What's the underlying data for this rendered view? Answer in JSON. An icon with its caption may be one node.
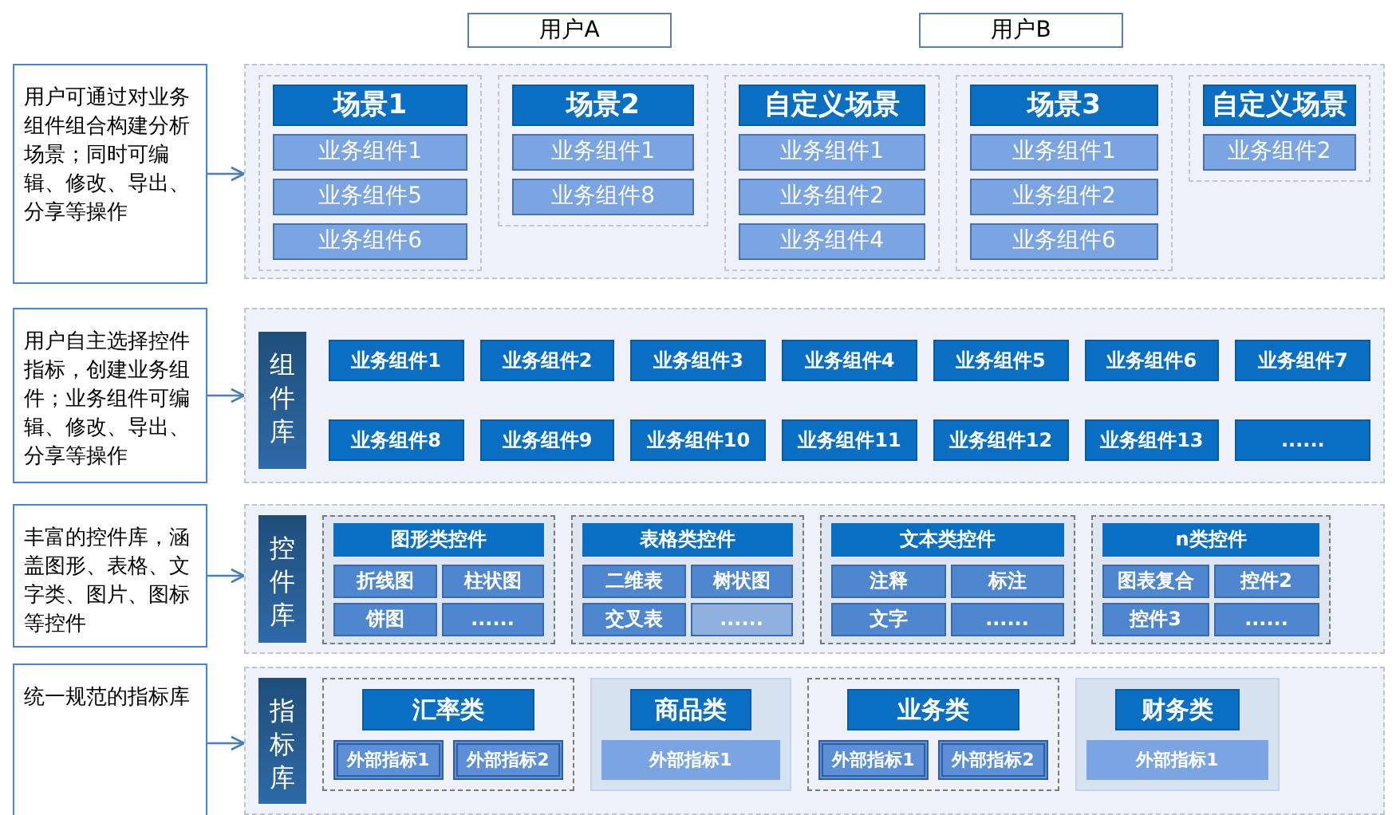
{
  "diagram": {
    "nodes": [
      {
        "text": [
          "用户A"
        ]
      },
      {
        "text": [
          "用户B"
        ]
      },
      {
        "text": [
          "用户可通过对业务组件组合构建分析场景；同时可编辑、修改、导出、分享等操作"
        ]
      },
      {
        "text": [],
        "shape": "box"
      },
      {
        "text": [],
        "shape": "box",
        "in": 3
      },
      {
        "text": [
          "场景1"
        ],
        "in": 4
      },
      {
        "text": [
          "业务组件1"
        ],
        "in": 4
      },
      {
        "text": [
          "业务组件5"
        ],
        "in": 4
      },
      {
        "text": [
          "业务组件6"
        ],
        "in": 4
      },
      {
        "text": [],
        "shape": "box",
        "in": 3
      },
      {
        "text": [
          "场景2"
        ],
        "in": 9
      },
      {
        "text": [
          "业务组件1"
        ],
        "in": 9
      },
      {
        "text": [
          "业务组件8"
        ],
        "in": 9
      },
      {
        "text": [],
        "shape": "box",
        "in": 3
      },
      {
        "text": [
          "自定义场景"
        ],
        "in": 13
      },
      {
        "text": [
          "业务组件1"
        ],
        "in": 13
      },
      {
        "text": [
          "业务组件2"
        ],
        "in": 13
      },
      {
        "text": [
          "业务组件4"
        ],
        "in": 13
      },
      {
        "text": [],
        "shape": "box",
        "in": 3
      },
      {
        "text": [
          "场景3"
        ],
        "in": 18
      },
      {
        "text": [
          "业务组件1"
        ],
        "in": 18
      },
      {
        "text": [
          "业务组件2"
        ],
        "in": 18
      },
      {
        "text": [
          "业务组件6"
        ],
        "in": 18
      },
      {
        "text": [],
        "shape": "box",
        "in": 3
      },
      {
        "text": [
          "自定义场景"
        ],
        "in": 23
      },
      {
        "text": [
          "业务组件2"
        ],
        "in": 23
      },
      {
        "text": [
          "用户自主选择控件指标，创建业务组件；业务组件可编辑、修改、导出、分享等操作"
        ]
      },
      {
        "text": [],
        "shape": "box"
      },
      {
        "text": [
          "组件库"
        ],
        "in": 27
      },
      {
        "text": [
          "业务组件1"
        ],
        "in": 27
      },
      {
        "text": [
          "业务组件2"
        ],
        "in": 27
      },
      {
        "text": [
          "业务组件3"
        ],
        "in": 27
      },
      {
        "text": [
          "业务组件4"
        ],
        "in": 27
      },
      {
        "text": [
          "业务组件5"
        ],
        "in": 27
      },
      {
        "text": [
          "业务组件6"
        ],
        "in": 27
      },
      {
        "text": [
          "业务组件7"
        ],
        "in": 27
      },
      {
        "text": [
          "业务组件8"
        ],
        "in": 27
      },
      {
        "text": [
          "业务组件9"
        ],
        "in": 27
      },
      {
        "text": [
          "业务组件10"
        ],
        "in": 27
      },
      {
        "text": [
          "业务组件11"
        ],
        "in": 27
      },
      {
        "text": [
          "业务组件12"
        ],
        "in": 27
      },
      {
        "text": [
          "业务组件13"
        ],
        "in": 27
      },
      {
        "text": [
          "......"
        ],
        "in": 27
      },
      {
        "text": [
          "丰富的控件库，涵盖图形、表格、文字类、图片、图标等控件"
        ]
      },
      {
        "text": [],
        "shape": "box"
      },
      {
        "text": [
          "控件库"
        ],
        "in": 44
      },
      {
        "text": [],
        "shape": "box",
        "in": 44
      },
      {
        "text": [
          "图形类控件"
        ],
        "in": 46
      },
      {
        "text": [
          "折线图"
        ],
        "in": 46
      },
      {
        "text": [
          "柱状图"
        ],
        "in": 46
      },
      {
        "text": [
          "饼图"
        ],
        "in": 46
      },
      {
        "text": [
          "......"
        ],
        "in": 46
      },
      {
        "text": [],
        "shape": "box",
        "in": 44
      },
      {
        "text": [
          "表格类控件"
        ],
        "in": 52
      },
      {
        "text": [
          "二维表"
        ],
        "in": 52
      },
      {
        "text": [
          "树状图"
        ],
        "in": 52
      },
      {
        "text": [
          "交叉表"
        ],
        "in": 52
      },
      {
        "text": [
          "......"
        ],
        "in": 52
      },
      {
        "text": [],
        "shape": "box",
        "in": 44
      },
      {
        "text": [
          "文本类控件"
        ],
        "in": 58
      },
      {
        "text": [
          "注释"
        ],
        "in": 58
      },
      {
        "text": [
          "标注"
        ],
        "in": 58
      },
      {
        "text": [
          "文字"
        ],
        "in": 58
      },
      {
        "text": [
          "......"
        ],
        "in": 58
      },
      {
        "text": [],
        "shape": "box",
        "in": 44
      },
      {
        "text": [
          "n类控件"
        ],
        "in": 64
      },
      {
        "text": [
          "图表复合"
        ],
        "in": 64
      },
      {
        "text": [
          "控件2"
        ],
        "in": 64
      },
      {
        "text": [
          "控件3"
        ],
        "in": 64
      },
      {
        "text": [
          "......"
        ],
        "in": 64
      },
      {
        "text": [
          "统一规范的指标库"
        ]
      },
      {
        "text": [],
        "shape": "box"
      },
      {
        "text": [
          "指标库"
        ],
        "in": 71
      },
      {
        "text": [],
        "shape": "box",
        "in": 71
      },
      {
        "text": [
          "汇率类"
        ],
        "in": 73
      },
      {
        "text": [
          "外部指标1"
        ],
        "in": 73
      },
      {
        "text": [
          "外部指标2"
        ],
        "in": 73
      },
      {
        "text": [],
        "shape": "box",
        "in": 71
      },
      {
        "text": [
          "商品类"
        ],
        "in": 77
      },
      {
        "text": [
          "外部指标1"
        ],
        "in": 77
      },
      {
        "text": [],
        "shape": "box",
        "in": 71
      },
      {
        "text": [
          "业务类"
        ],
        "in": 80
      },
      {
        "text": [
          "外部指标1"
        ],
        "in": 80
      },
      {
        "text": [
          "外部指标2"
        ],
        "in": 80
      },
      {
        "text": [],
        "shape": "box",
        "in": 71
      },
      {
        "text": [
          "财务类"
        ],
        "in": 84
      },
      {
        "text": [
          "外部指标1"
        ],
        "in": 84
      }
    ],
    "edges": [
      {
        "from": 2,
        "to": 3,
        "arrow": "to"
      },
      {
        "from": 26,
        "to": 27,
        "arrow": "to"
      },
      {
        "from": 43,
        "to": 44,
        "arrow": "to"
      },
      {
        "from": 70,
        "to": 71,
        "arrow": "to"
      }
    ]
  }
}
